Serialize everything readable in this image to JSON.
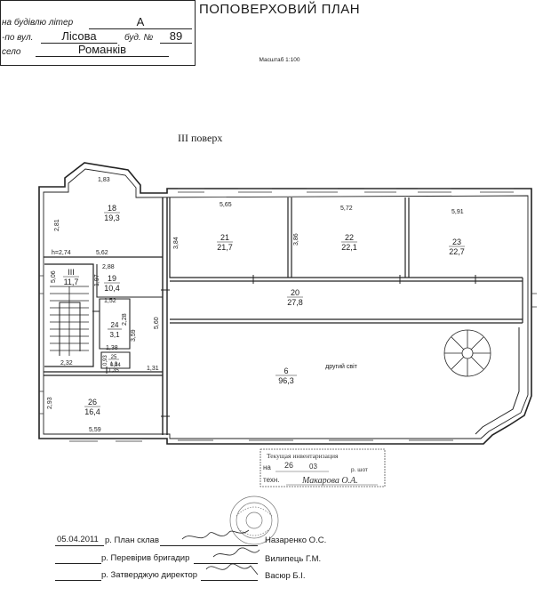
{
  "title_block": {
    "title": "ПОПОВЕРХОВИЙ ПЛАН",
    "building_letter_label": "на будівлю літер",
    "building_letter": "А",
    "street_label": "-по вул.",
    "street": "Лісова",
    "house_label": "буд. №",
    "house": "89",
    "village_label": "село",
    "village": "Романків",
    "scale": "Масштаб 1:100"
  },
  "floor_title": "III поверх",
  "rooms": [
    {
      "num": "18",
      "area": "19,3"
    },
    {
      "num": "21",
      "area": "21,7"
    },
    {
      "num": "22",
      "area": "22,1"
    },
    {
      "num": "23",
      "area": "22,7"
    },
    {
      "num": "III",
      "area": "11,7"
    },
    {
      "num": "19",
      "area": "10,4"
    },
    {
      "num": "20",
      "area": "27,8"
    },
    {
      "num": "24",
      "area": "3,1"
    },
    {
      "num": "25",
      "area": "1,3"
    },
    {
      "num": "6",
      "area": "96,3"
    },
    {
      "num": "26",
      "area": "16,4"
    }
  ],
  "second_light": "другий світ",
  "dimensions": {
    "d183": "1,83",
    "d281": "2,81",
    "h274": "h=2,74",
    "d562": "5,62",
    "d565": "5,65",
    "d572": "5,72",
    "d591": "5,91",
    "d384": "3,84",
    "d386": "3,86",
    "d506": "5,06",
    "d288": "2,88",
    "d197": "1,97",
    "d152": "1,52",
    "d228": "2,28",
    "d359": "3,59",
    "d560": "5,60",
    "d138": "1,38",
    "d093": "0,93",
    "d094": "0,94",
    "d135": "1,35",
    "d131": "1,31",
    "d232": "2,32",
    "d293": "2,93",
    "d559": "5,59"
  },
  "inventory_stamp": {
    "title": "Текущая инвентаризация",
    "on_label": "на",
    "day": "26",
    "month": "03",
    "year_suffix": "р. шот",
    "tech_label": "техн.",
    "tech_name": "Макарова О.А."
  },
  "signatures": {
    "date": "05.04.2011",
    "rows": [
      {
        "label": "р. План склав",
        "name": "Назаренко О.С."
      },
      {
        "label": "р. Перевірив бригадир",
        "name": "Вилипець Г.М."
      },
      {
        "label": "р. Затверджую директор",
        "name": "Васюр Б.І."
      }
    ]
  }
}
